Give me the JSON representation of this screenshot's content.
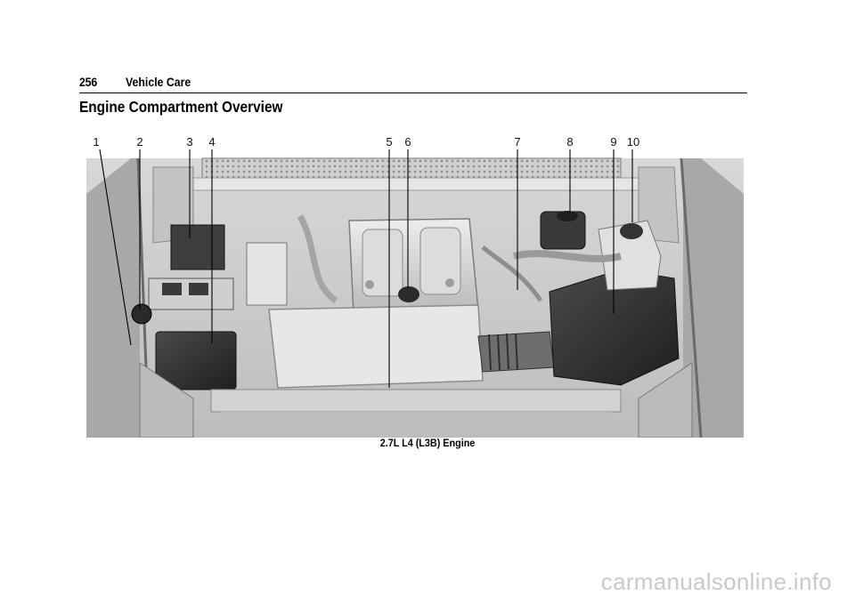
{
  "header": {
    "page_number": "256",
    "section": "Vehicle Care"
  },
  "title": "Engine Compartment Overview",
  "figure": {
    "callouts": [
      "1",
      "2",
      "3",
      "4",
      "5",
      "6",
      "7",
      "8",
      "9",
      "10"
    ],
    "caption": "2.7L L4 (L3B) Engine"
  },
  "watermark": "carmanualsonline.info"
}
